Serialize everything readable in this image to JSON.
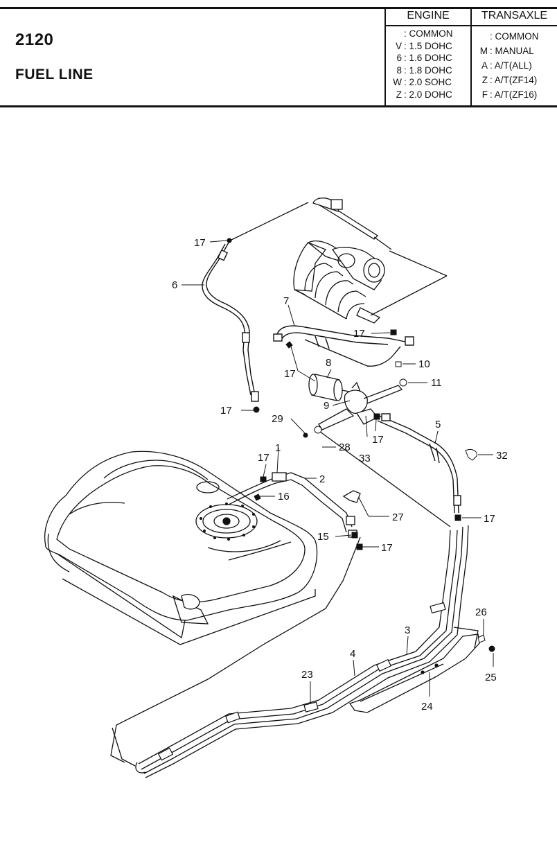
{
  "header": {
    "code": "2120",
    "title": "FUEL LINE",
    "engine_heading": "ENGINE",
    "transaxle_heading": "TRANSAXLE",
    "engine_rows": [
      {
        "key": "",
        "value": ": COMMON"
      },
      {
        "key": "V",
        "value": ": 1.5 DOHC"
      },
      {
        "key": "6",
        "value": ": 1.6 DOHC"
      },
      {
        "key": "8",
        "value": ": 1.8 DOHC"
      },
      {
        "key": "W",
        "value": ": 2.0 SOHC"
      },
      {
        "key": "Z",
        "value": ": 2.0 DOHC"
      }
    ],
    "transaxle_rows": [
      {
        "key": "",
        "value": ": COMMON"
      },
      {
        "key": "M",
        "value": ": MANUAL"
      },
      {
        "key": "A",
        "value": ": A/T(ALL)"
      },
      {
        "key": "Z",
        "value": ": A/T(ZF14)"
      },
      {
        "key": "F",
        "value": ": A/T(ZF16)"
      }
    ]
  },
  "callouts": {
    "p17a": "17",
    "p6": "6",
    "p7": "7",
    "p17b": "17",
    "p8": "8",
    "p10": "10",
    "p17c": "17",
    "p11": "11",
    "p9": "9",
    "p17d": "17",
    "p29": "29",
    "p5": "5",
    "p28": "28",
    "p17e": "17",
    "p33": "33",
    "p32": "32",
    "p1": "1",
    "p17f": "17",
    "p2": "2",
    "p16": "16",
    "p27": "27",
    "p17g": "17",
    "p15": "15",
    "p17h": "17",
    "p26": "26",
    "p3": "3",
    "p4": "4",
    "p25": "25",
    "p23": "23",
    "p24": "24"
  }
}
